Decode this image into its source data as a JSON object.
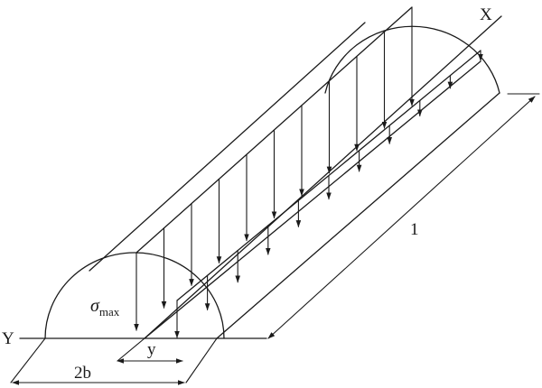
{
  "labels": {
    "axis_x": "X",
    "axis_y": "Y",
    "length": "1",
    "coord_y": "y",
    "width": "2b",
    "sigma_symbol": "σ",
    "sigma_subscript": "max"
  },
  "arrow_count_per_row": 11
}
